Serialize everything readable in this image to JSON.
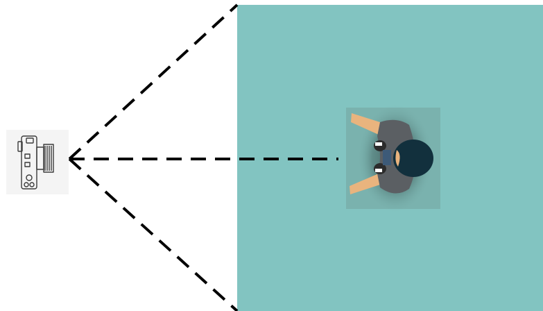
{
  "diagram": {
    "colors": {
      "background": "#ffffff",
      "floor": "#82c4c1",
      "dashed_line": "#000000",
      "camera_card": "#f4f4f4",
      "person_tile": "#7ab2ae",
      "hair": "#12303d",
      "shirt": "#5b5f63",
      "skin": "#e9b47e",
      "shoe": "#2c2c2c"
    },
    "camera": {
      "icon": "camera-icon"
    },
    "person": {
      "icon": "person-top-view-icon",
      "view": "top-down"
    },
    "sight_lines": {
      "style": "dashed",
      "count": 3
    }
  }
}
